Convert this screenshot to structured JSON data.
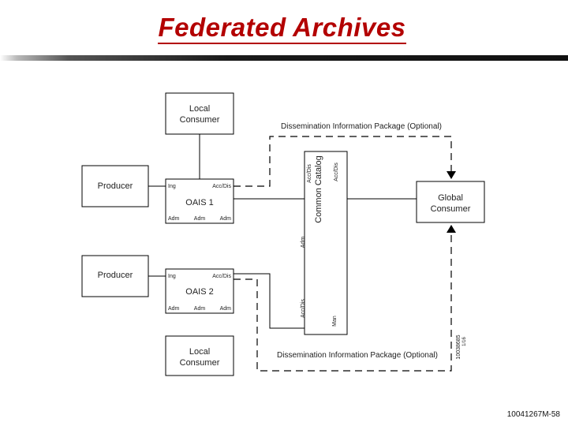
{
  "slide": {
    "title": "Federated Archives",
    "footer": "10041267M-58"
  },
  "diagram": {
    "local_consumer_top": [
      "Local",
      "Consumer"
    ],
    "local_consumer_bottom": [
      "Local",
      "Consumer"
    ],
    "producer_1": "Producer",
    "producer_2": "Producer",
    "oais_1": {
      "name": "OAIS 1",
      "ing": "Ing",
      "acc": "Acc/Dis",
      "adm": [
        "Adm",
        "Adm",
        "Adm"
      ]
    },
    "oais_2": {
      "name": "OAIS 2",
      "ing": "Ing",
      "acc": "Acc/Dis",
      "adm": [
        "Adm",
        "Adm",
        "Adm"
      ]
    },
    "common_catalog": {
      "name": "Common Catalog",
      "acc_left_top": "Acc/Dis",
      "acc_right_top": "Acc/Dis",
      "adm": "Adm",
      "acc_left_bottom": "Acc/Dis",
      "man": "Man"
    },
    "global_consumer": [
      "Global",
      "Consumer"
    ],
    "dip_top": "Dissemination Information Package (Optional)",
    "dip_bottom": "Dissemination Information Package (Optional)",
    "figure_id": [
      "10038685",
      "1/16"
    ]
  }
}
